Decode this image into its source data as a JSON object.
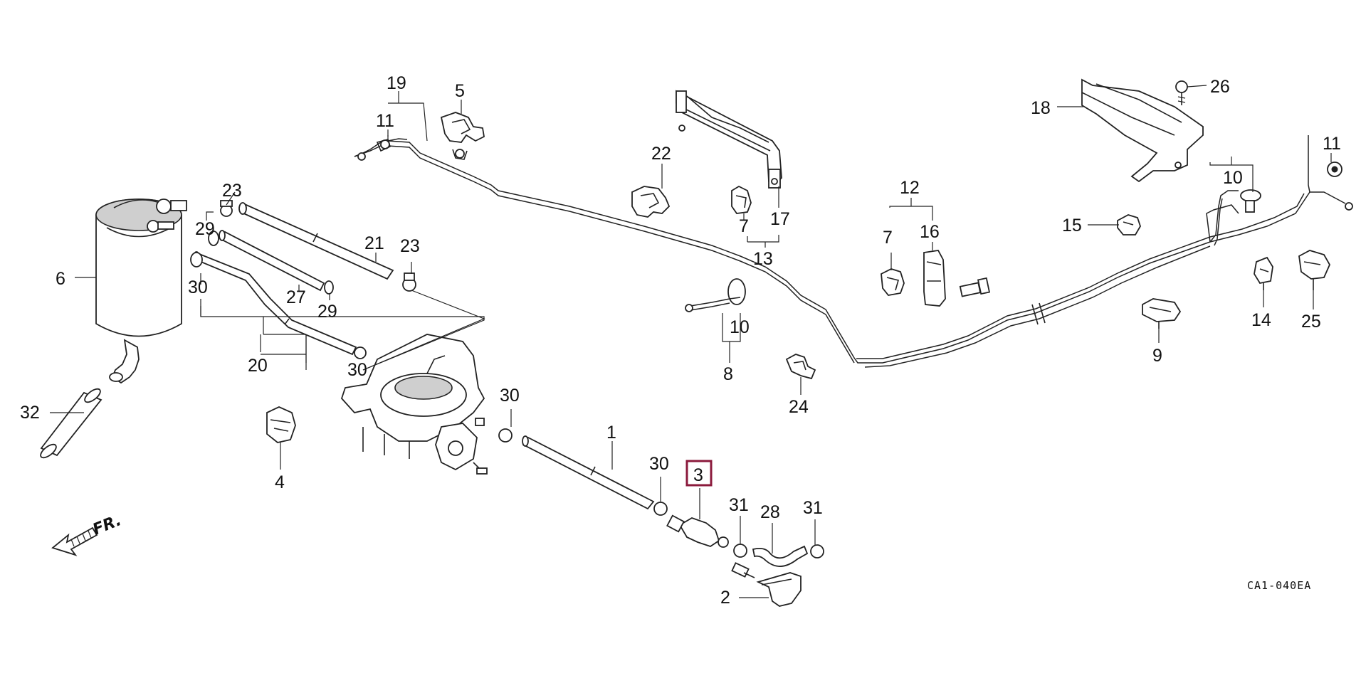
{
  "diagram": {
    "code": "CA1-040EA",
    "direction_label": "FR.",
    "highlighted_part": "3",
    "highlight_color": "#8b1a3c",
    "parts": {
      "p1": "1",
      "p2": "2",
      "p3": "3",
      "p4": "4",
      "p5": "5",
      "p6": "6",
      "p7a": "7",
      "p7b": "7",
      "p8": "8",
      "p9": "9",
      "p10a": "10",
      "p10b": "10",
      "p11a": "11",
      "p11b": "11",
      "p12": "12",
      "p13": "13",
      "p14": "14",
      "p15": "15",
      "p16": "16",
      "p17": "17",
      "p18": "18",
      "p19": "19",
      "p20": "20",
      "p21": "21",
      "p22": "22",
      "p23a": "23",
      "p23b": "23",
      "p24": "24",
      "p25": "25",
      "p26": "26",
      "p27": "27",
      "p28": "28",
      "p29a": "29",
      "p29b": "29",
      "p30a": "30",
      "p30b": "30",
      "p30c": "30",
      "p30d": "30",
      "p31a": "31",
      "p31b": "31",
      "p32": "32"
    }
  }
}
